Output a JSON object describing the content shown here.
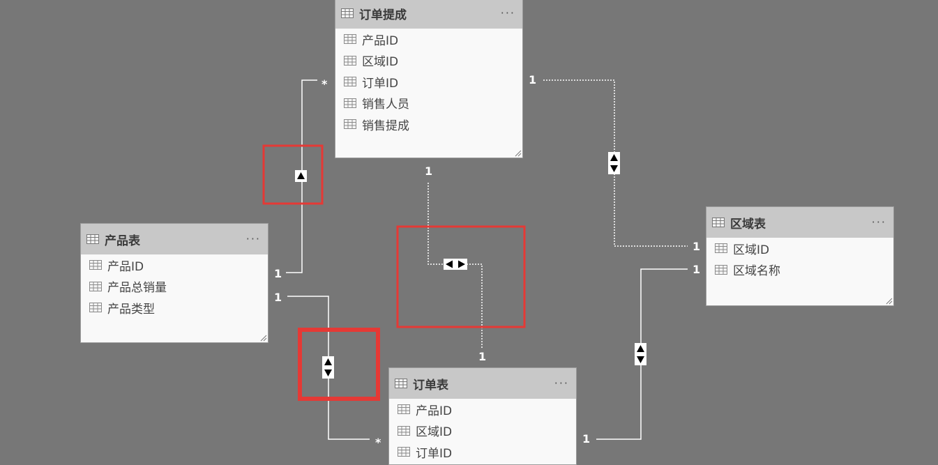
{
  "tables": {
    "commission": {
      "title": "订单提成",
      "more": "···",
      "fields": [
        "产品ID",
        "区域ID",
        "订单ID",
        "销售人员",
        "销售提成"
      ]
    },
    "product": {
      "title": "产品表",
      "more": "···",
      "fields": [
        "产品ID",
        "产品总销量",
        "产品类型"
      ]
    },
    "region": {
      "title": "区域表",
      "more": "···",
      "fields": [
        "区域ID",
        "区域名称"
      ]
    },
    "orders": {
      "title": "订单表",
      "more": "···",
      "fields": [
        "产品ID",
        "区域ID",
        "订单ID"
      ]
    }
  },
  "relationships": {
    "product_commission": {
      "from_label": "1",
      "to_label": "*",
      "filter_direction": "single",
      "active": true
    },
    "product_orders": {
      "from_label": "1",
      "to_label": "*",
      "filter_direction": "both",
      "active": true
    },
    "commission_orders": {
      "from_label": "1",
      "to_label": "1",
      "filter_direction": "both",
      "active": false
    },
    "commission_region": {
      "from_label": "1",
      "to_label": "1",
      "filter_direction": "both",
      "active": false
    },
    "region_orders": {
      "from_label": "1",
      "to_label": "1",
      "filter_direction": "both",
      "active": true
    }
  },
  "colors": {
    "canvas": "#777777",
    "header": "#c8c8c8",
    "card_body": "#f9f9f9",
    "connector": "#ffffff",
    "highlight": "#e53935"
  }
}
